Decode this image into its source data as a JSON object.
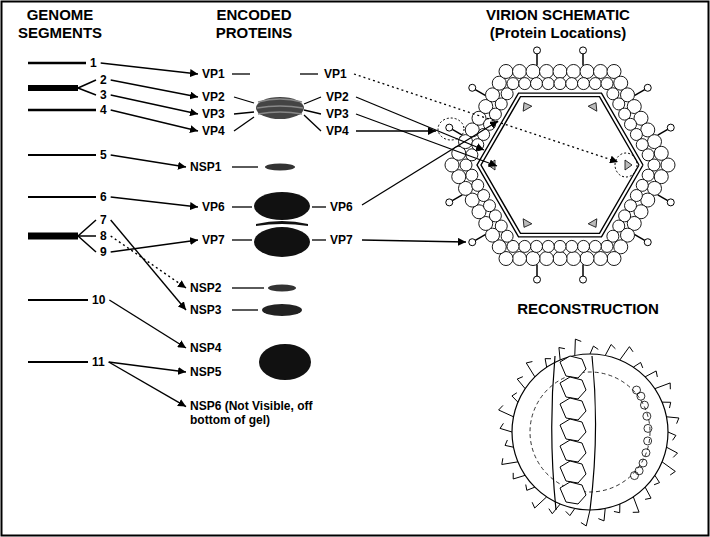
{
  "diagram": {
    "nodes": [
      {
        "text": [
          "1"
        ]
      },
      {
        "text": [
          "2"
        ]
      },
      {
        "text": [
          "3"
        ]
      },
      {
        "text": [
          "4"
        ]
      },
      {
        "text": [
          "5"
        ]
      },
      {
        "text": [
          "6"
        ]
      },
      {
        "text": [
          "7"
        ]
      },
      {
        "text": [
          "8"
        ]
      },
      {
        "text": [
          "9"
        ]
      },
      {
        "text": [
          "10"
        ]
      },
      {
        "text": [
          "11"
        ]
      },
      {
        "text": [
          "VP1"
        ]
      },
      {
        "text": [
          "VP2"
        ]
      },
      {
        "text": [
          "VP3"
        ]
      },
      {
        "text": [
          "VP4"
        ]
      },
      {
        "text": [
          "NSP1"
        ]
      },
      {
        "text": [
          "VP6"
        ]
      },
      {
        "text": [
          "VP7"
        ]
      },
      {
        "text": [
          "NSP2"
        ]
      },
      {
        "text": [
          "NSP3"
        ]
      },
      {
        "text": [
          "NSP4"
        ]
      },
      {
        "text": [
          "NSP5"
        ]
      },
      {
        "text": [
          "NSP6 (Not Visible, off bottom of gel)"
        ]
      },
      {
        "text": [
          "VP1"
        ]
      },
      {
        "text": [
          "VP2"
        ]
      },
      {
        "text": [
          "VP3"
        ]
      },
      {
        "text": [
          "VP4"
        ]
      },
      {
        "text": [
          "VP6"
        ]
      },
      {
        "text": [
          "VP7"
        ]
      }
    ],
    "edges": [
      {
        "from": 0,
        "to": 11,
        "arrow": "to"
      },
      {
        "from": 1,
        "to": 12,
        "arrow": "to"
      },
      {
        "from": 2,
        "to": 13,
        "arrow": "to"
      },
      {
        "from": 3,
        "to": 14,
        "arrow": "to"
      },
      {
        "from": 4,
        "to": 15,
        "arrow": "to"
      },
      {
        "from": 5,
        "to": 16,
        "arrow": "to"
      },
      {
        "from": 6,
        "to": 19,
        "arrow": "to"
      },
      {
        "from": 7,
        "to": 18,
        "arrow": "to"
      },
      {
        "from": 8,
        "to": 17,
        "arrow": "to"
      },
      {
        "from": 9,
        "to": 20,
        "arrow": "to"
      },
      {
        "from": 10,
        "to": 21,
        "arrow": "to"
      },
      {
        "from": 10,
        "to": 22,
        "arrow": "to"
      }
    ],
    "labels": [
      "GENOME SEGMENTS",
      "ENCODED PROTEINS",
      "VIRION SCHEMATIC (Protein Locations)",
      "RECONSTRUCTION"
    ]
  }
}
